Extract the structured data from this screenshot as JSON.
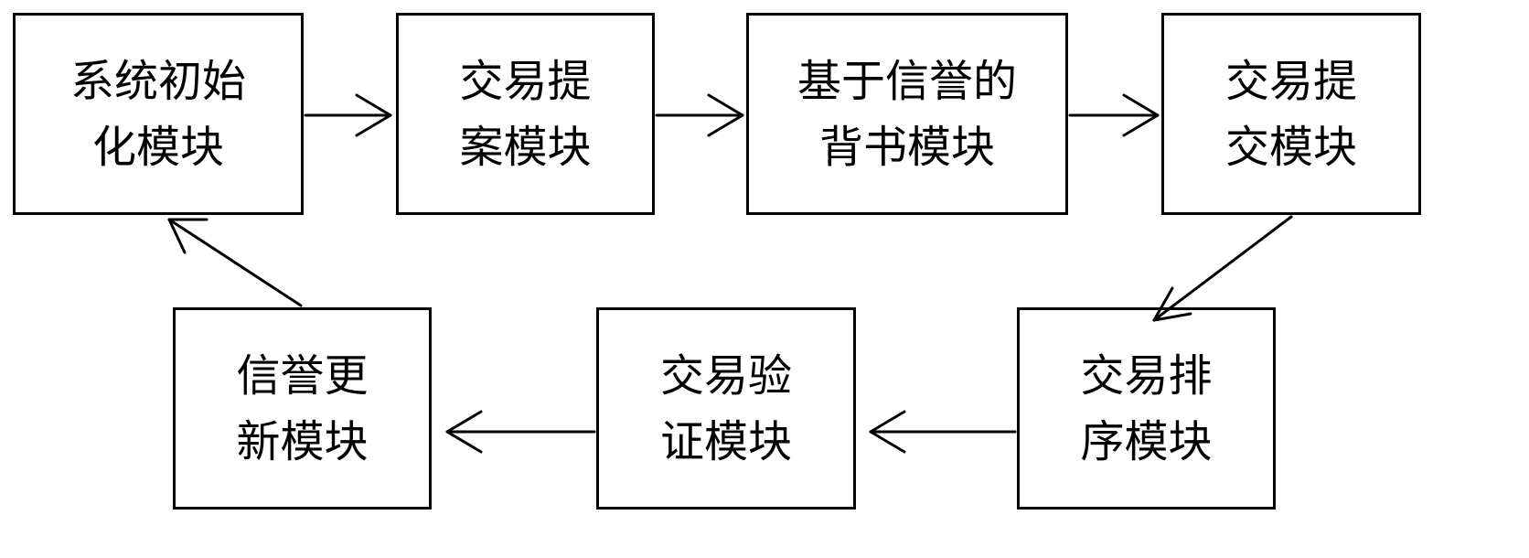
{
  "diagram": {
    "nodes": [
      {
        "id": "init",
        "lines": [
          "系统初始",
          "化模块"
        ]
      },
      {
        "id": "proposal",
        "lines": [
          "交易提",
          "案模块"
        ]
      },
      {
        "id": "endorse",
        "lines": [
          "基于信誉的",
          "背书模块"
        ]
      },
      {
        "id": "submit",
        "lines": [
          "交易提",
          "交模块"
        ]
      },
      {
        "id": "reputation_update",
        "lines": [
          "信誉更",
          "新模块"
        ]
      },
      {
        "id": "verify",
        "lines": [
          "交易验",
          "证模块"
        ]
      },
      {
        "id": "order",
        "lines": [
          "交易排",
          "序模块"
        ]
      }
    ],
    "edges": [
      {
        "from": "init",
        "to": "proposal"
      },
      {
        "from": "proposal",
        "to": "endorse"
      },
      {
        "from": "endorse",
        "to": "submit"
      },
      {
        "from": "submit",
        "to": "order"
      },
      {
        "from": "order",
        "to": "verify"
      },
      {
        "from": "verify",
        "to": "reputation_update"
      },
      {
        "from": "reputation_update",
        "to": "init"
      }
    ],
    "colors": {
      "line": "#000000",
      "background": "#ffffff"
    }
  }
}
